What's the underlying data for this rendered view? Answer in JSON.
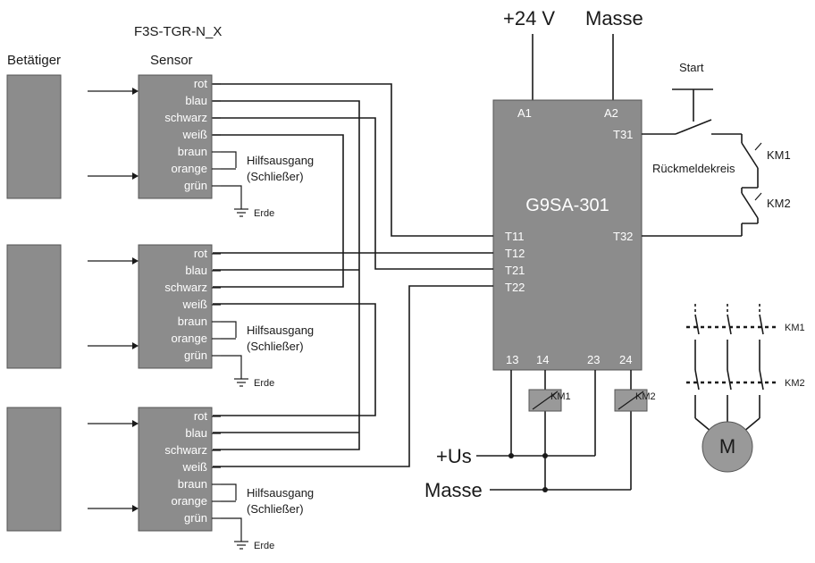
{
  "title": "F3S-TGR-N_X",
  "actuator_label": "Betätiger",
  "sensor_label": "Sensor",
  "wire_colors": [
    "rot",
    "blau",
    "schwarz",
    "weiß",
    "braun",
    "orange",
    "grün"
  ],
  "aux_output": {
    "line1": "Hilfsausgang",
    "line2": "(Schließer)"
  },
  "earth": "Erde",
  "supply_plus": "+24 V",
  "supply_ground": "Masse",
  "start": "Start",
  "relay": {
    "name": "G9SA-301",
    "a1": "A1",
    "a2": "A2",
    "t31": "T31",
    "t32": "T32",
    "inputs": [
      "T11",
      "T12",
      "T21",
      "T22"
    ],
    "outputs": [
      "13",
      "14",
      "23",
      "24"
    ]
  },
  "feedback_loop": "Rückmeldekreis",
  "km1": "KM1",
  "km2": "KM2",
  "us": "+Us",
  "bottom_ground": "Masse",
  "motor": "M"
}
